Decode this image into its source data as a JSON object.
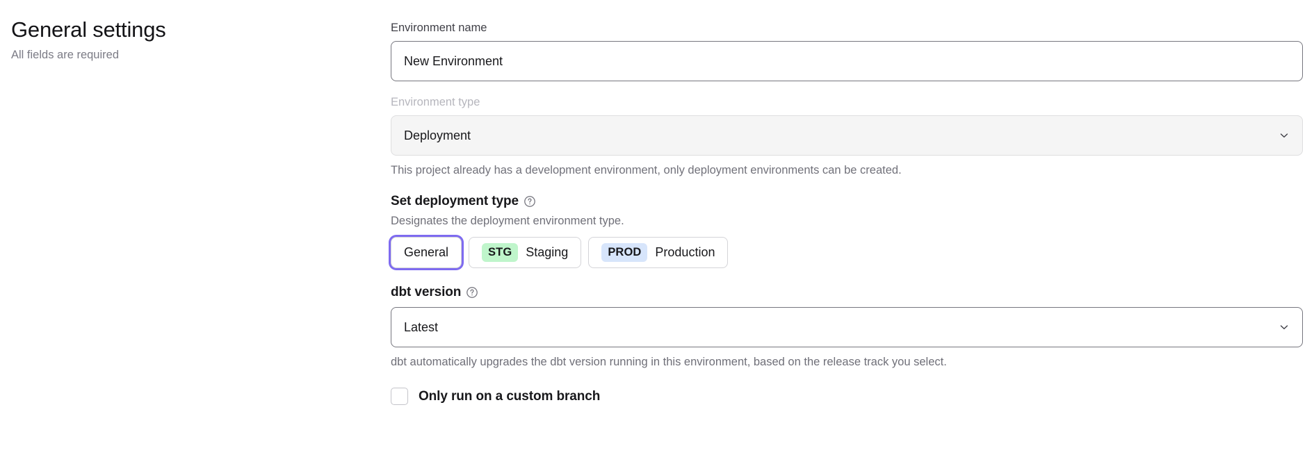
{
  "header": {
    "title": "General settings",
    "subtitle": "All fields are required"
  },
  "form": {
    "environment_name": {
      "label": "Environment name",
      "value": "New Environment",
      "placeholder": "Environment name"
    },
    "environment_type": {
      "label": "Environment type",
      "value": "Deployment",
      "disabled": true,
      "chevron_icon": "chevron-down-icon",
      "help_text": "This project already has a development environment, only deployment environments can be created."
    },
    "deployment_type": {
      "title": "Set deployment type",
      "info_icon": "question-circle-icon",
      "description": "Designates the deployment environment type.",
      "selected": "General",
      "options": [
        {
          "label": "General",
          "badge": null,
          "badge_class": "",
          "focused": true
        },
        {
          "label": "Staging",
          "badge": "STG",
          "badge_class": "stg",
          "focused": false
        },
        {
          "label": "Production",
          "badge": "PROD",
          "badge_class": "prod",
          "focused": false
        }
      ]
    },
    "dbt_version": {
      "label": "dbt version",
      "info_icon": "question-circle-icon",
      "value": "Latest",
      "chevron_icon": "chevron-down-icon",
      "note": "dbt automatically upgrades the dbt version running in this environment, based on the release track you select."
    },
    "custom_branch": {
      "label": "Only run on a custom branch",
      "checked": false
    }
  },
  "colors": {
    "focus_ring": "#7e6bf0",
    "stg_badge": "#bff5cb",
    "prod_badge": "#d7e5fb",
    "muted_text": "#71717a"
  }
}
